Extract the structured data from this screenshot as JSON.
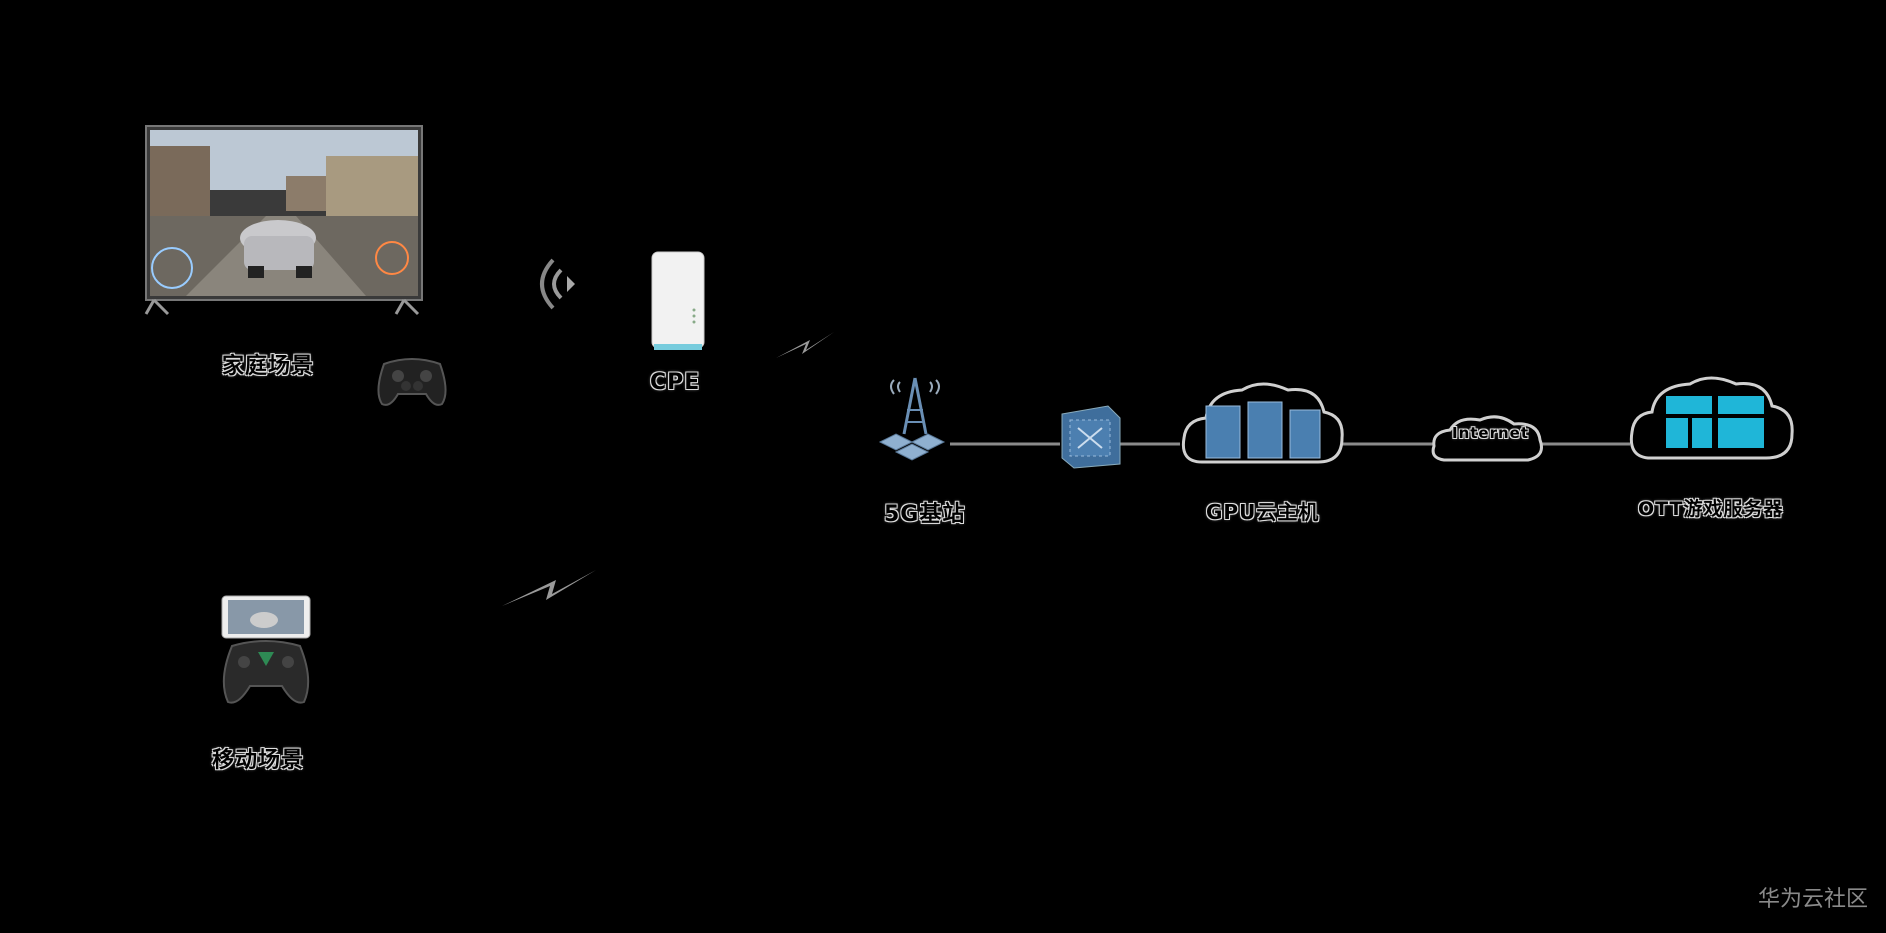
{
  "nodes": {
    "home_scene": "家庭场景",
    "cpe": "CPE",
    "base_station": "5G基站",
    "gpu_cloud": "GPU云主机",
    "ott_server": "OTT游戏服务器",
    "mobile_scene": "移动场景",
    "internet": "Internet"
  },
  "watermark": "华为云社区",
  "colors": {
    "background": "#000000",
    "cloud_outline": "#d0d0d0",
    "server_blue": "#4a7fb0",
    "ott_cyan": "#1fb6d8",
    "link_gray": "#8a8a8a"
  }
}
